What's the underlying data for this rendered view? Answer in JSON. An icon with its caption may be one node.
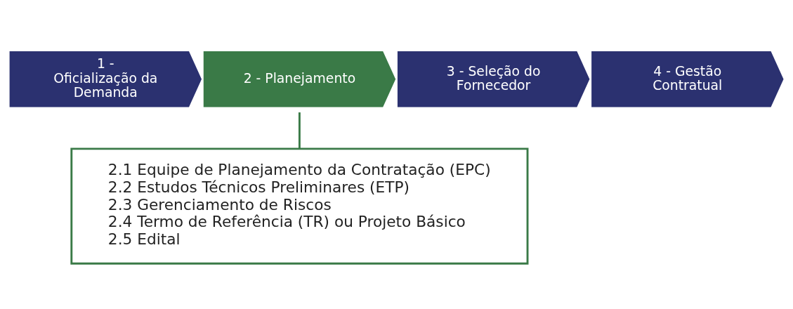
{
  "diagram": {
    "nodes": [
      {
        "text": [
          "1 - Oficialização da Demanda"
        ]
      },
      {
        "text": [
          "2 - Planejamento"
        ]
      },
      {
        "text": [
          "3 - Seleção do Fornecedor"
        ]
      },
      {
        "text": [
          "4 - Gestão Contratual"
        ]
      },
      {
        "text": [
          "2.1 Equipe de Planejamento da Contratação (EPC)",
          "2.2 Estudos Técnicos Preliminares (ETP)",
          "2.3 Gerenciamento de Riscos",
          "2.4 Termo de Referência (TR) ou Projeto Básico",
          "2.5 Edital"
        ]
      }
    ],
    "edges": [
      {
        "from": 1,
        "to": 4,
        "arrow": "none"
      }
    ]
  }
}
